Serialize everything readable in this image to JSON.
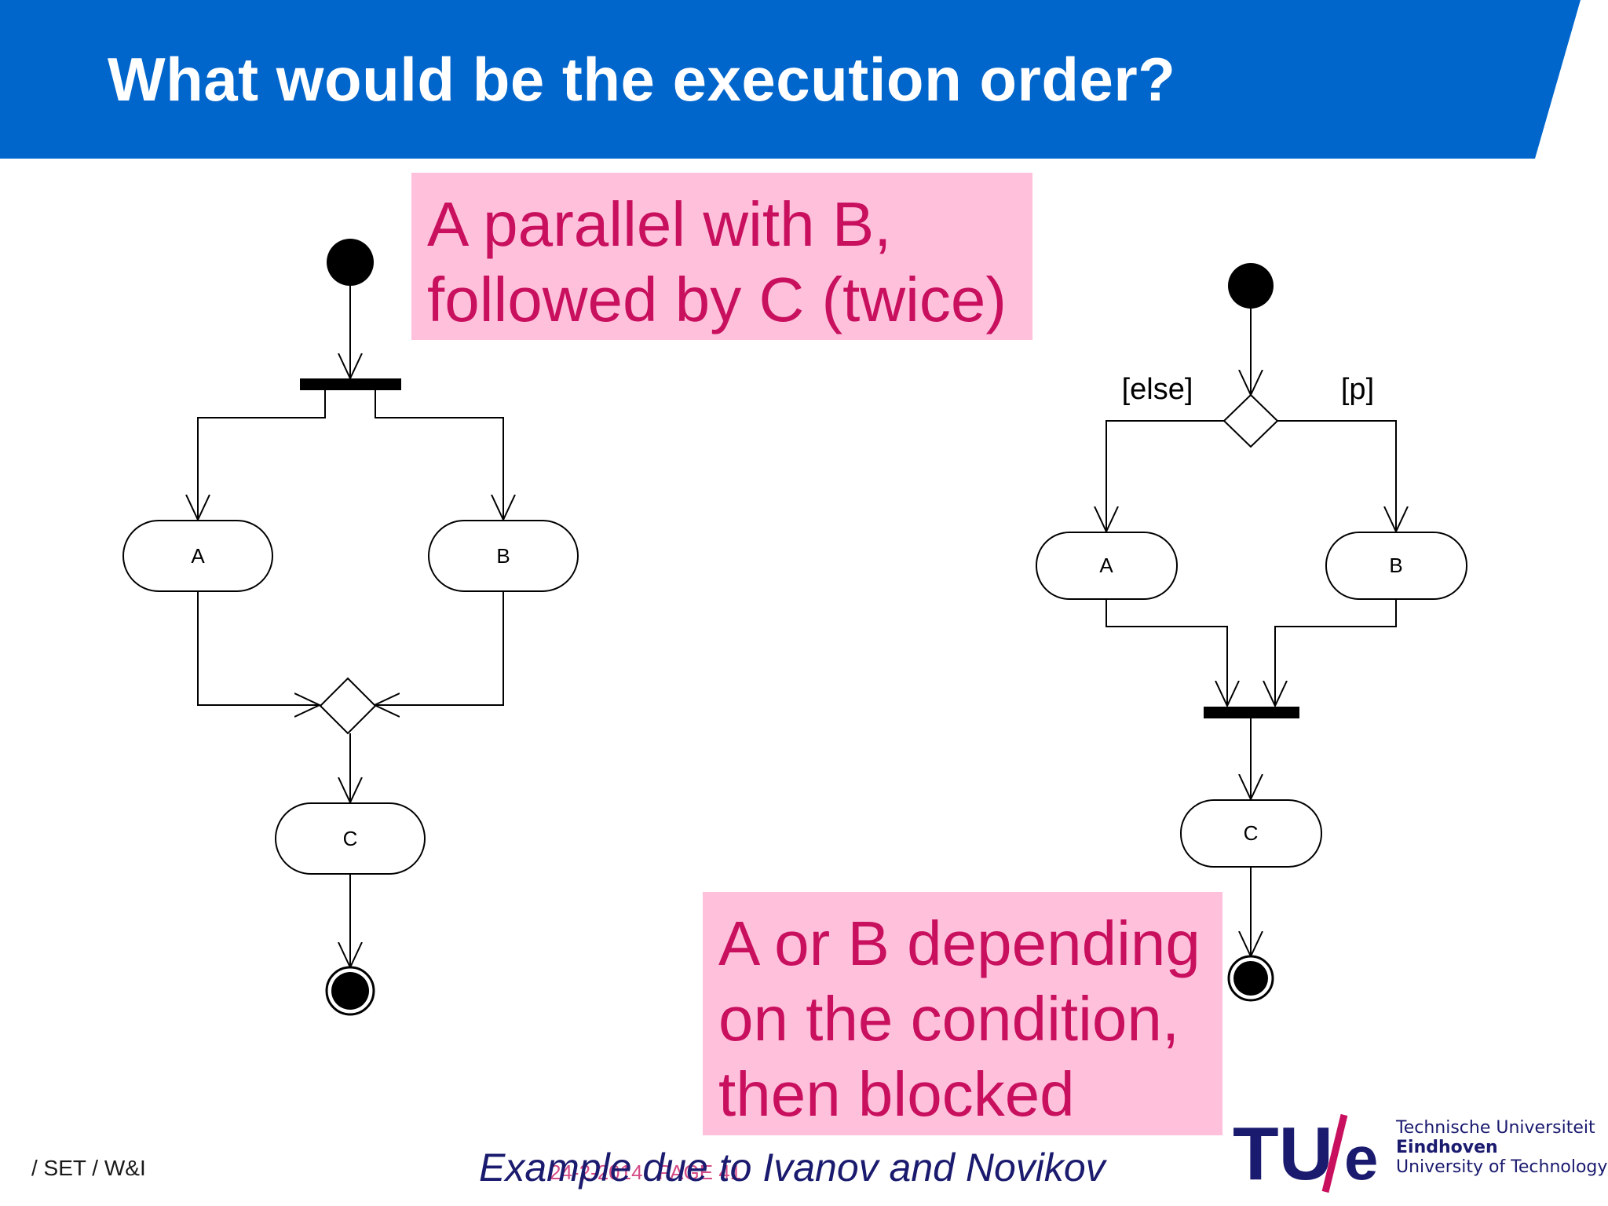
{
  "slide": {
    "title": "What would be the execution order?",
    "colors": {
      "banner": "#0066cc",
      "callout_background": "#ffc0dc",
      "callout_text": "#c8105e",
      "logo": "#1a1a6e",
      "logo_slash": "#c8105e"
    }
  },
  "callouts": {
    "parallel": [
      "A parallel with B,",
      "followed by C (twice)"
    ],
    "choice": [
      "A or B depending",
      "on the condition,",
      "then blocked"
    ]
  },
  "diagram_left": {
    "nodes": {
      "a": "A",
      "b": "B",
      "c": "C"
    }
  },
  "diagram_right": {
    "guards": {
      "else": "[else]",
      "p": "[p]"
    },
    "nodes": {
      "a": "A",
      "b": "B",
      "c": "C"
    }
  },
  "footer": {
    "left": "/ SET / W&I",
    "credit": "Example due to Ivanov and Novikov",
    "date": "24-2-2014",
    "page": "PAGE 41"
  },
  "logo": {
    "mark": [
      "TU",
      "e"
    ],
    "lines": [
      "Technische Universiteit",
      "Eindhoven",
      "University of Technology"
    ]
  }
}
